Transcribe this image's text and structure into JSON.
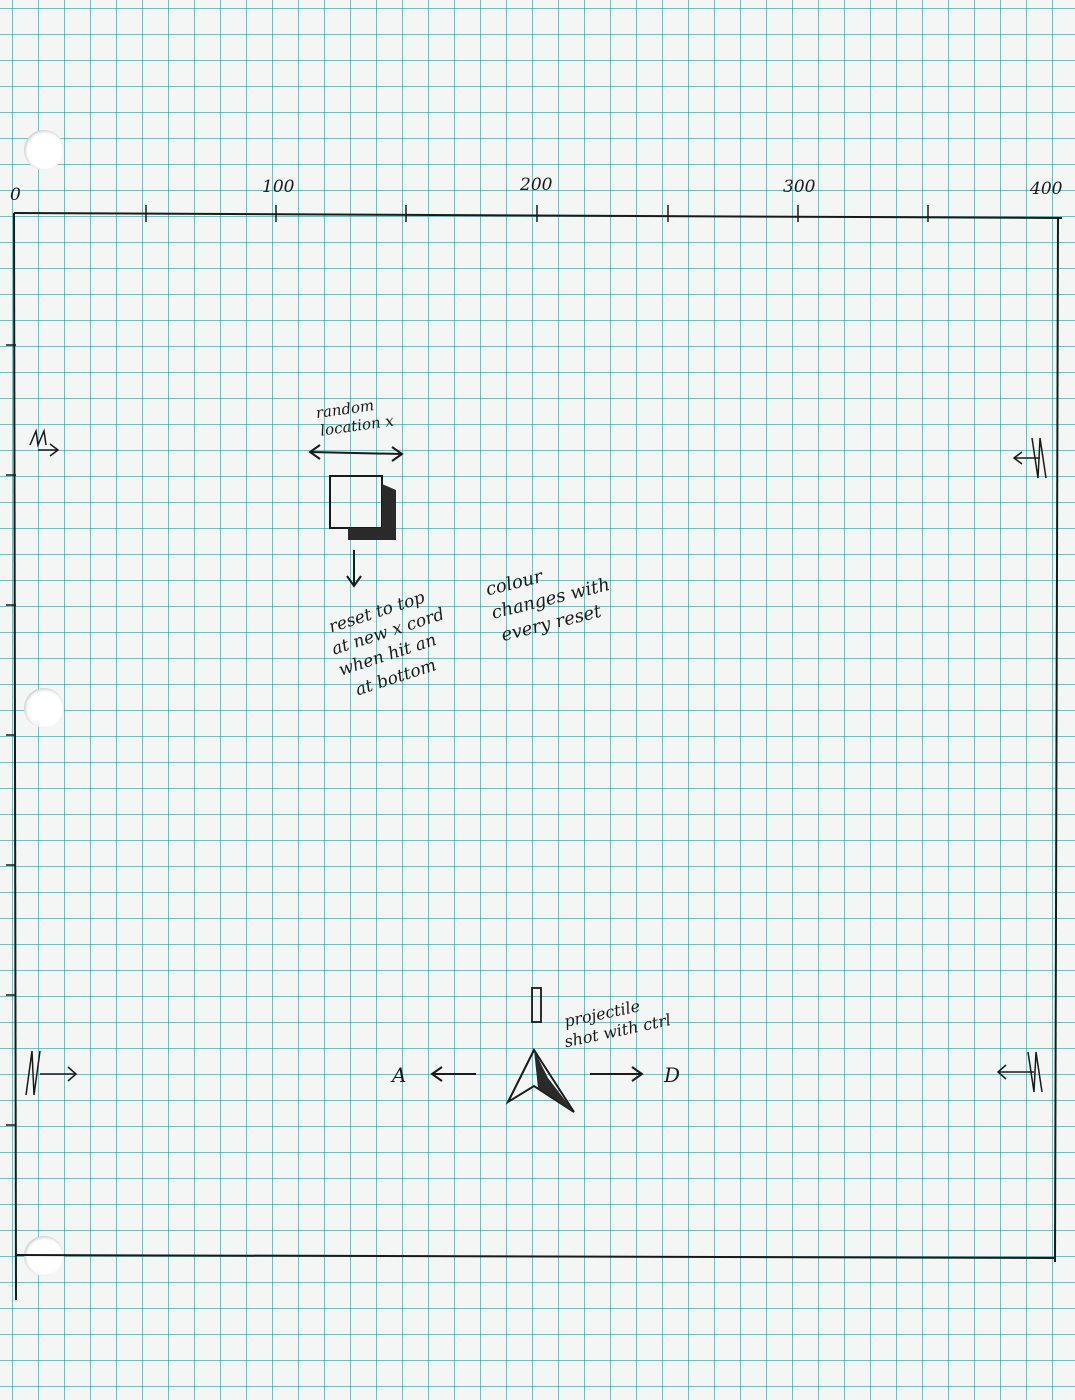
{
  "ruler": {
    "x_ticks": [
      "0",
      "100",
      "200",
      "300",
      "400"
    ]
  },
  "annotations": {
    "random_location_line1": "random",
    "random_location_line2": "location x",
    "reset_line1": "reset to top",
    "reset_line2": "at new x cord",
    "reset_line3": "when hit an",
    "reset_line4": "at bottom",
    "colour_line1": "colour",
    "colour_line2": "changes with",
    "colour_line3": "every reset",
    "projectile_line1": "projectile",
    "projectile_line2": "shot with ctrl",
    "key_left": "A",
    "key_right": "D"
  },
  "colors": {
    "grid": "#148c8c",
    "ink": "#1a1a1a",
    "paper": "#f3f6f4"
  }
}
